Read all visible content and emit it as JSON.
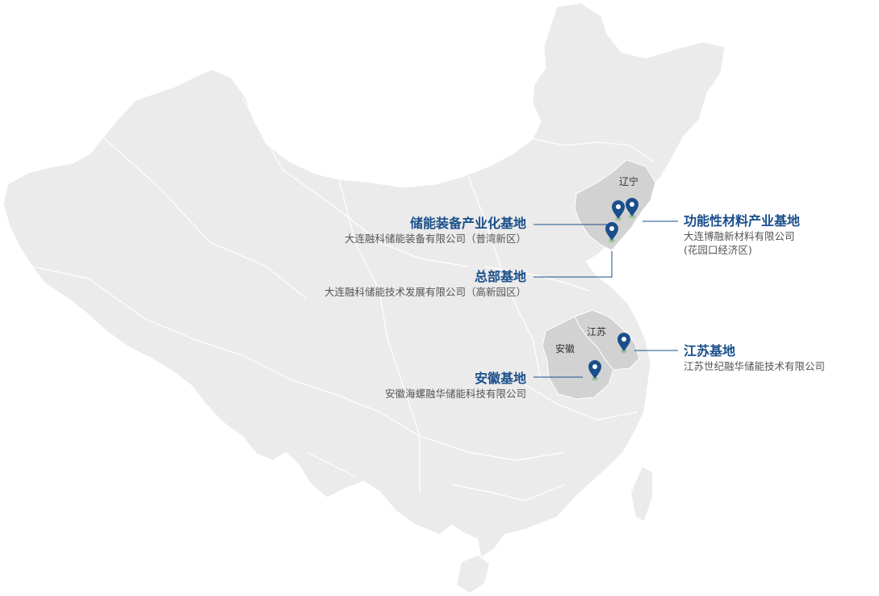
{
  "map": {
    "colors": {
      "land": "#ebebeb",
      "border": "#ffffff",
      "highlight": "#d2d2d2",
      "accent": "#1a4f8b",
      "connector": "#1a4f8b"
    },
    "provinces": {
      "liaoning": "辽宁",
      "jiangsu": "江苏",
      "anhui": "安徽"
    }
  },
  "bases": {
    "equipment": {
      "title": "储能装备产业化基地",
      "company": "大连融科储能装备有限公司（普湾新区）"
    },
    "headquarters": {
      "title": "总部基地",
      "company": "大连融科储能技术发展有限公司（高新园区）"
    },
    "materials": {
      "title": "功能性材料产业基地",
      "company_line1": "大连博融新材料有限公司",
      "company_line2": "(花园口经济区)"
    },
    "jiangsu": {
      "title": "江苏基地",
      "company": "江苏世纪融华储能技术有限公司"
    },
    "anhui": {
      "title": "安徽基地",
      "company": "安徽海螺融华储能科技有限公司"
    }
  },
  "markers": [
    "map-pin-icon",
    "map-pin-icon",
    "map-pin-icon",
    "map-pin-icon",
    "map-pin-icon"
  ]
}
